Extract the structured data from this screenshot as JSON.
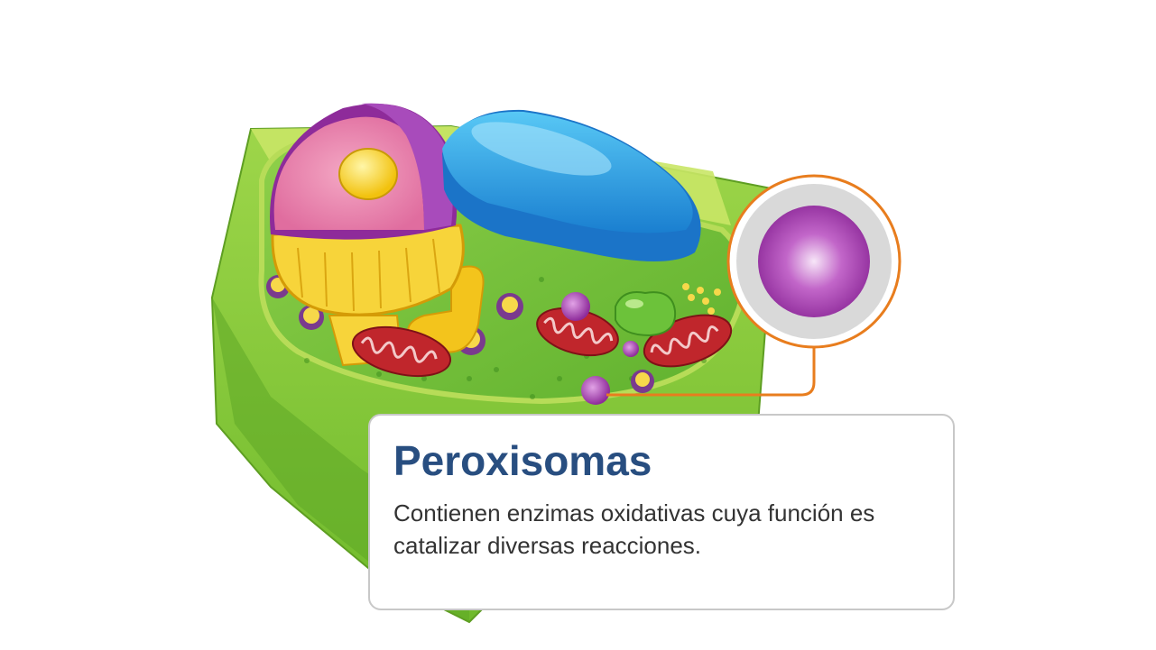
{
  "card": {
    "title": "Peroxisomas",
    "description": "Contienen enzimas oxidativas cuya función es catalizar diversas reacciones."
  },
  "colors": {
    "title": "#284e80",
    "callout": "#e87d1e",
    "peroxisome": "#8e2b9a",
    "cytoplasm": "#7cc242",
    "cell_wall": "#b6dc4a",
    "vacuole": "#2aa0e8",
    "nucleus": "#9b3aa8",
    "mitochondria": "#c0262c"
  },
  "icons": [
    "plant-cell-illustration",
    "peroxisome-zoom-icon"
  ]
}
